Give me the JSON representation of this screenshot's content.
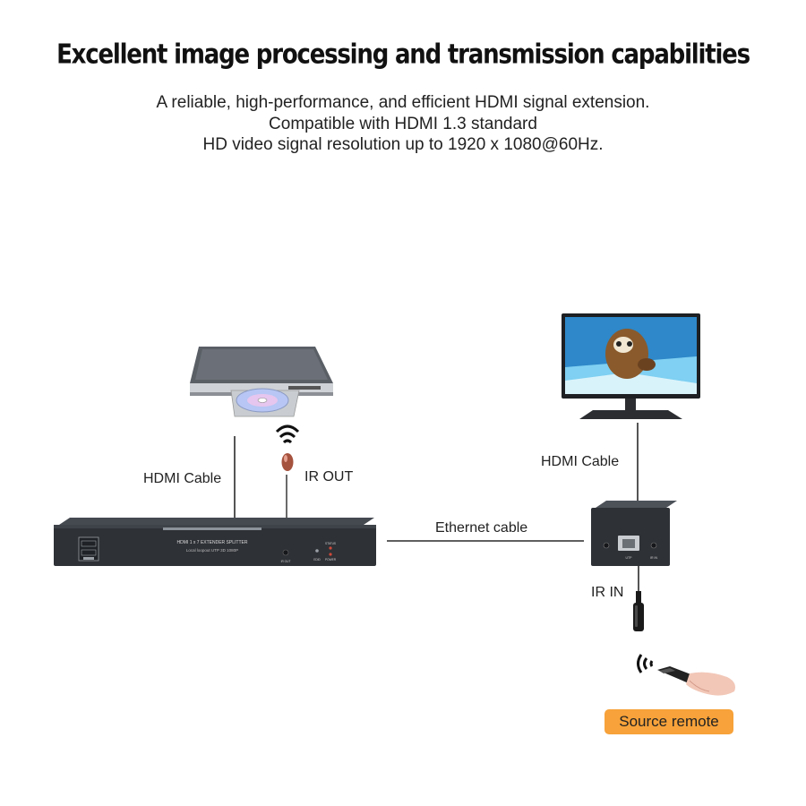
{
  "header": {
    "title": "Excellent image processing and transmission capabilities",
    "lines": [
      "A reliable, high-performance, and efficient HDMI signal extension.",
      "Compatible with HDMI 1.3 standard",
      "HD video signal resolution up to 1920 x 1080@60Hz."
    ]
  },
  "diagram": {
    "left_hdmi_label": "HDMI Cable",
    "ir_out_label": "IR OUT",
    "ethernet_label": "Ethernet cable",
    "right_hdmi_label": "HDMI Cable",
    "ir_in_label": "IR IN",
    "remote_label": "Source remote",
    "transmitter": {
      "front_text_1": "HDMI 1 x 7 EXTENDER SPLITTER",
      "front_text_2": "Local loopout UTP 3D 1080P",
      "led_label_status": "STATUS",
      "led_label_power": "POWER",
      "port_label_irout": "IR OUT",
      "port_label_edid": "EDID"
    },
    "receiver": {
      "port_label_utp": "UTP",
      "port_label_irin": "IR IN"
    }
  },
  "colors": {
    "badge": "#f7a23a",
    "device_body": "#2e3136",
    "wire": "#2a2a2a"
  }
}
